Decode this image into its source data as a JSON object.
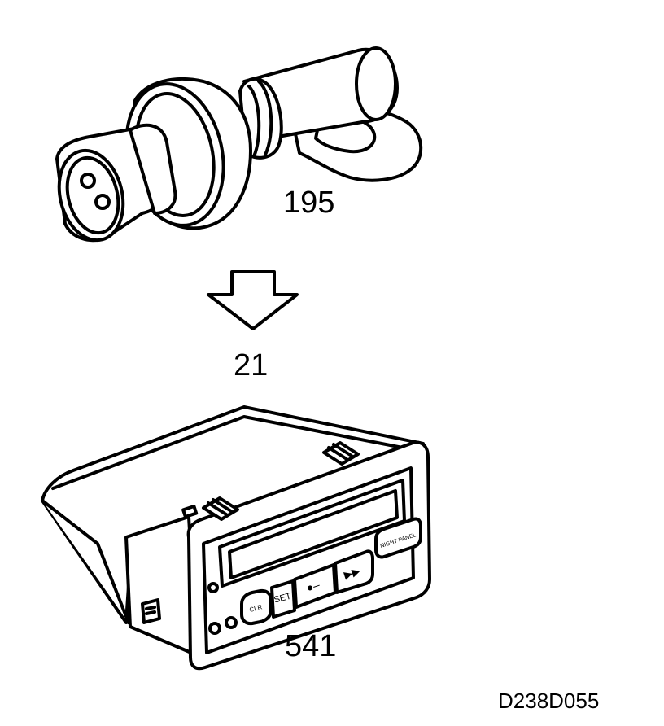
{
  "labels": {
    "sensor_part": "195",
    "arrow_number": "21",
    "display_part": "541",
    "reference": "D238D055"
  },
  "display_unit": {
    "buttons": [
      "CLR",
      "SET",
      "●–",
      "▶▶",
      "NIGHT PANEL"
    ]
  },
  "colors": {
    "ink": "#000000",
    "paper": "#ffffff"
  }
}
